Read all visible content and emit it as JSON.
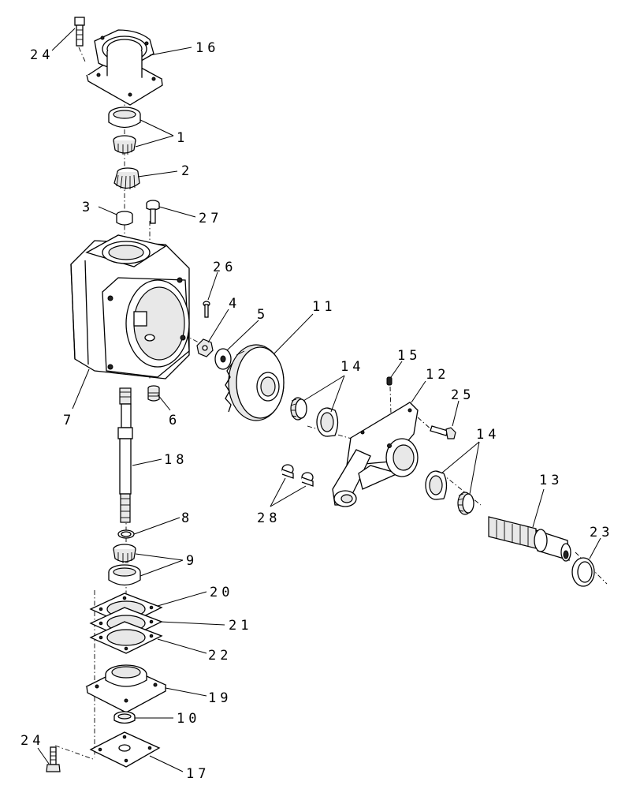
{
  "diagram": {
    "callouts": [
      {
        "id": "c1",
        "text": "1"
      },
      {
        "id": "c2",
        "text": "2"
      },
      {
        "id": "c3",
        "text": "3"
      },
      {
        "id": "c4",
        "text": "4"
      },
      {
        "id": "c5",
        "text": "5"
      },
      {
        "id": "c6",
        "text": "6"
      },
      {
        "id": "c7",
        "text": "7"
      },
      {
        "id": "c8",
        "text": "8"
      },
      {
        "id": "c9",
        "text": "9"
      },
      {
        "id": "c10",
        "text": "10"
      },
      {
        "id": "c11",
        "text": "11"
      },
      {
        "id": "c12",
        "text": "12"
      },
      {
        "id": "c13",
        "text": "13"
      },
      {
        "id": "c14a",
        "text": "14"
      },
      {
        "id": "c14b",
        "text": "14"
      },
      {
        "id": "c15",
        "text": "15"
      },
      {
        "id": "c16",
        "text": "16"
      },
      {
        "id": "c17",
        "text": "17"
      },
      {
        "id": "c18",
        "text": "18"
      },
      {
        "id": "c19",
        "text": "19"
      },
      {
        "id": "c20",
        "text": "20"
      },
      {
        "id": "c21",
        "text": "21"
      },
      {
        "id": "c22",
        "text": "22"
      },
      {
        "id": "c23",
        "text": "23"
      },
      {
        "id": "c24a",
        "text": "24"
      },
      {
        "id": "c24b",
        "text": "24"
      },
      {
        "id": "c25",
        "text": "25"
      },
      {
        "id": "c26",
        "text": "26"
      },
      {
        "id": "c27",
        "text": "27"
      },
      {
        "id": "c28",
        "text": "28"
      }
    ]
  }
}
